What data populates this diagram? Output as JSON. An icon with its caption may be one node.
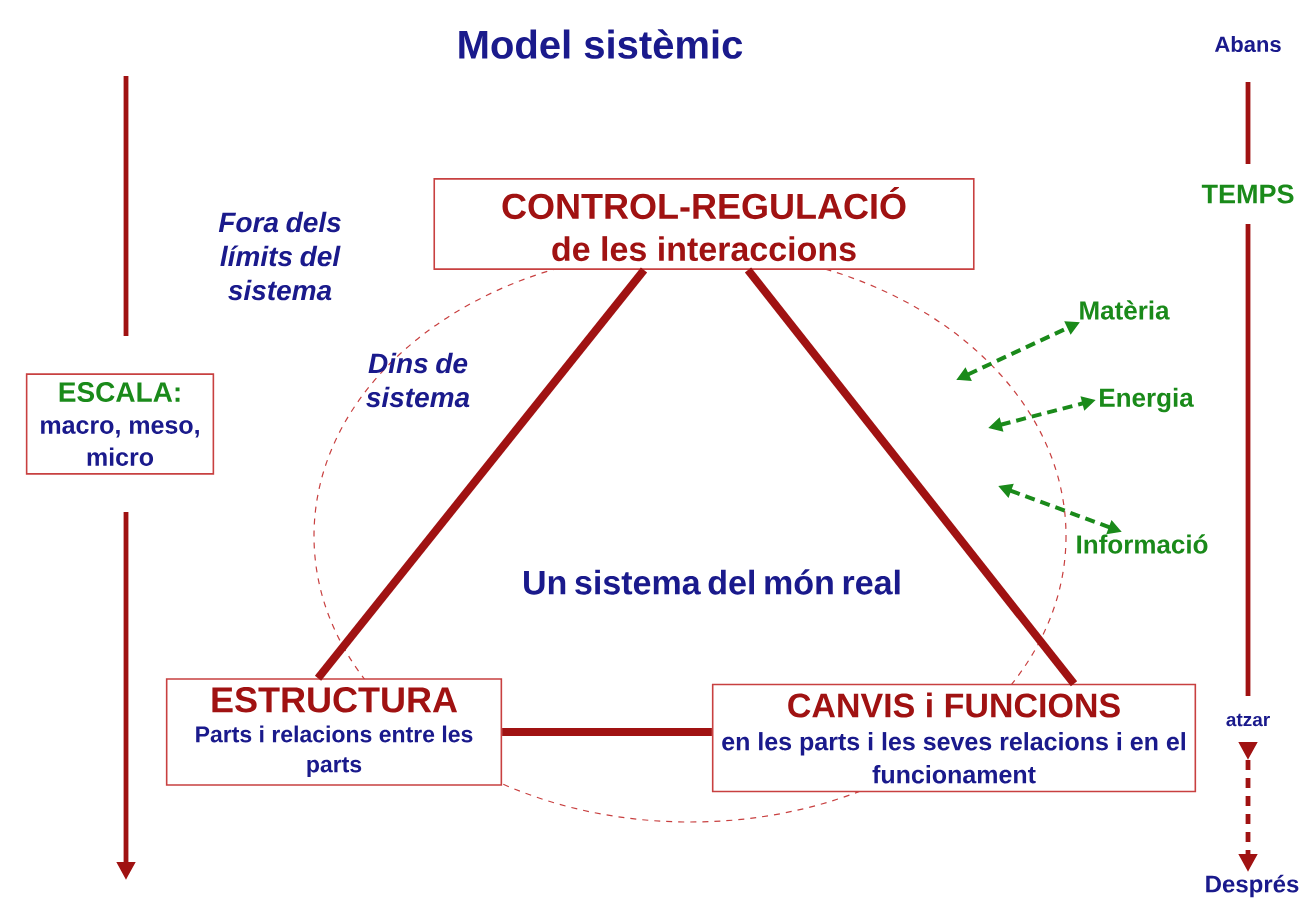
{
  "diagram": {
    "title": "Model sistèmic",
    "nodes": [
      {
        "text": [
          "CONTROL-REGULACIÓ",
          "de les interaccions"
        ]
      },
      {
        "text": [
          "ESTRUCTURA",
          "Parts i relacions entre les parts"
        ]
      },
      {
        "text": [
          "CANVIS i FUNCIONS",
          "en les parts i les seves relacions i en el funcionament"
        ]
      },
      {
        "text": [
          "ESCALA:",
          "macro, meso, micro"
        ]
      },
      {
        "text": [
          "Matèria"
        ]
      },
      {
        "text": [
          "Energia"
        ]
      },
      {
        "text": [
          "Informació"
        ]
      }
    ],
    "edges": [
      {
        "from": 0,
        "to": 1,
        "arrow": "none",
        "style": "thick"
      },
      {
        "from": 0,
        "to": 2,
        "arrow": "none",
        "style": "thick"
      },
      {
        "from": 1,
        "to": 2,
        "arrow": "none",
        "style": "thick"
      },
      {
        "from": null,
        "to": 4,
        "arrow": "both",
        "style": "dashed",
        "color": "#1a8a1a"
      },
      {
        "from": null,
        "to": 5,
        "arrow": "both",
        "style": "dashed",
        "color": "#1a8a1a"
      },
      {
        "from": null,
        "to": 6,
        "arrow": "both",
        "style": "dashed",
        "color": "#1a8a1a"
      }
    ],
    "labels": [
      "Fora dels límits del sistema",
      "Dins de sistema",
      "Un sistema del món real",
      "Abans",
      "TEMPS",
      "atzar",
      "Després"
    ]
  }
}
